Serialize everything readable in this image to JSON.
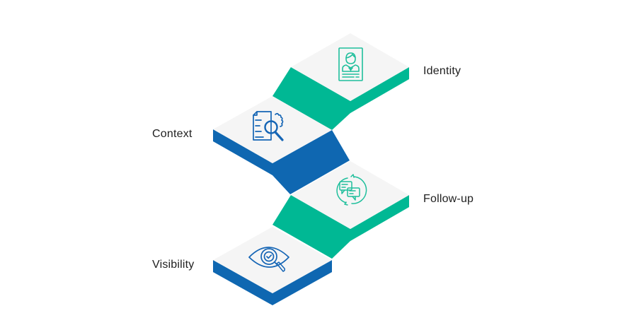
{
  "diagram": {
    "steps": [
      {
        "label": "Identity",
        "icon": "id-card-icon",
        "color": "#00b894"
      },
      {
        "label": "Context",
        "icon": "document-search-gear-icon",
        "color": "#0f67b1"
      },
      {
        "label": "Follow-up",
        "icon": "chat-cycle-icon",
        "color": "#00b894"
      },
      {
        "label": "Visibility",
        "icon": "eye-check-search-icon",
        "color": "#0f67b1"
      }
    ],
    "colors": {
      "green": "#00b894",
      "blue": "#0f67b1",
      "face": "#f5f5f5",
      "text": "#1f1f1f"
    }
  }
}
